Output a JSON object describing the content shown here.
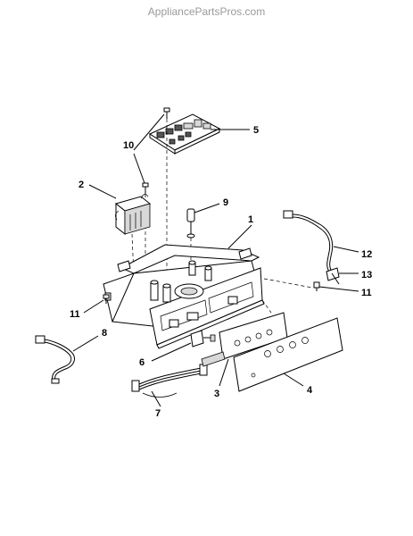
{
  "watermark": "AppliancePartsPros.com",
  "callouts": {
    "c1": "1",
    "c2": "2",
    "c3": "3",
    "c4": "4",
    "c5": "5",
    "c6": "6",
    "c7": "7",
    "c8": "8",
    "c9": "9",
    "c10": "10",
    "c11a": "11",
    "c11b": "11",
    "c12": "12",
    "c13": "13"
  }
}
